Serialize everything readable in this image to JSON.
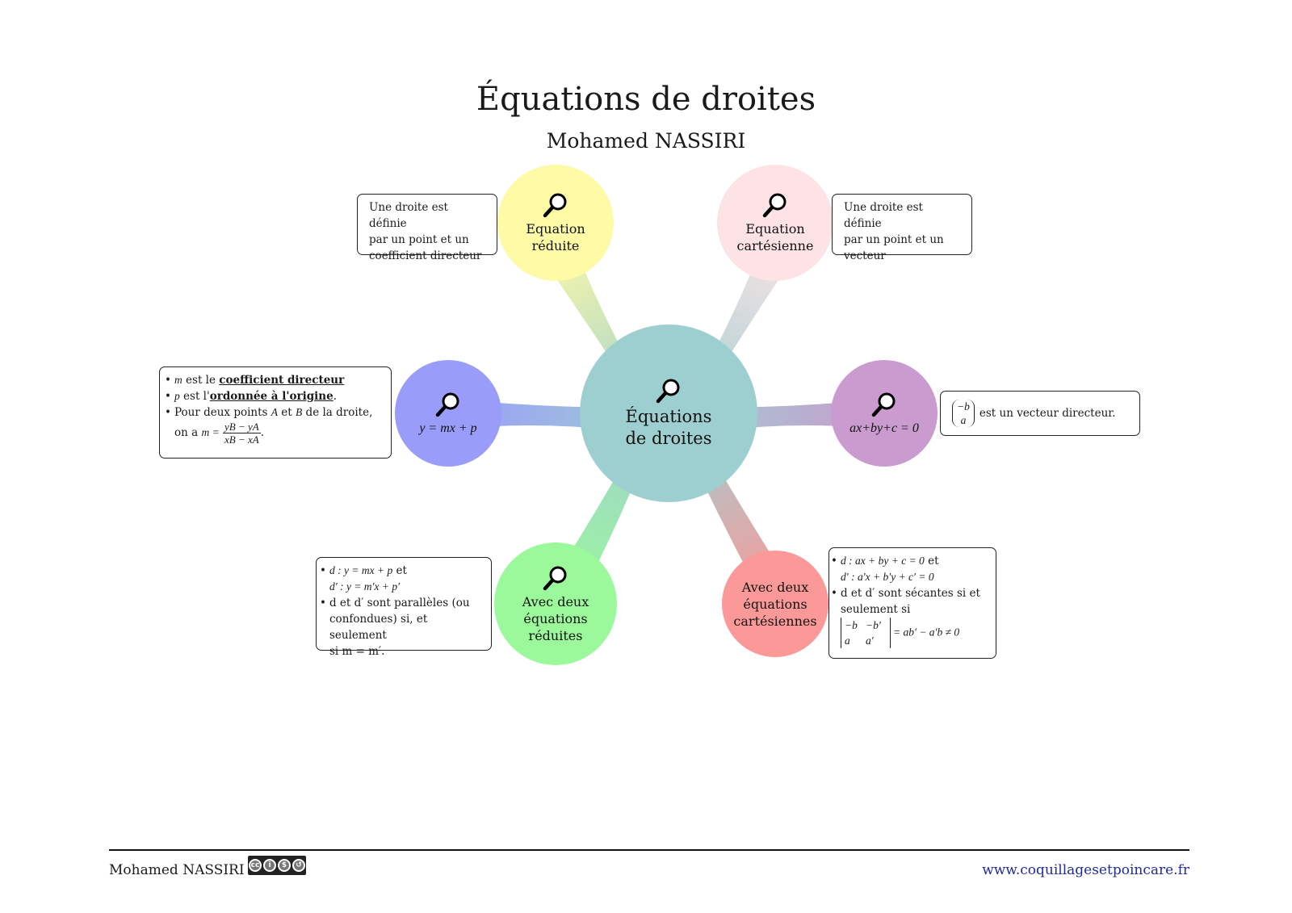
{
  "title": "Équations de droites",
  "author": "Mohamed NASSIRI",
  "colors": {
    "center": "#9ecfd0",
    "equation_reduite": "#fefaa6",
    "equation_cartesienne": "#fde3e6",
    "y_mx_p": "#9a9cfa",
    "ax_by_c": "#c99bcf",
    "deux_reduites": "#9cf99b",
    "deux_cartesiennes": "#fb9999",
    "footer_link": "#1f2a9c"
  },
  "center": {
    "line1": "Équations",
    "line2": "de droites"
  },
  "nodes": {
    "equation_reduite": {
      "line1": "Equation",
      "line2": "réduite"
    },
    "equation_cartesienne": {
      "line1": "Equation",
      "line2": "cartésienne"
    },
    "y_mx_p": {
      "label": "y = mx + p"
    },
    "ax_by_c": {
      "label": "ax+by+c = 0"
    },
    "deux_reduites": {
      "line1": "Avec deux",
      "line2": "équations",
      "line3": "réduites"
    },
    "deux_cartesiennes": {
      "line1": "Avec deux",
      "line2": "équations",
      "line3": "cartésiennes"
    }
  },
  "boxes": {
    "reduite_def": {
      "l1": "Une droite est définie",
      "l2": "par un point et un",
      "l3": "coefficient directeur"
    },
    "cartesienne_def": {
      "l1": "Une droite est définie",
      "l2": "par un point et un",
      "l3": "vecteur"
    },
    "mx_p": {
      "b1_var": "m",
      "b1_text": " est le ",
      "b1_hl": "coefficient directeur",
      "b2_var": "p",
      "b2_text": " est l'",
      "b2_hl": "ordonnée à l'origine",
      "b2_end": ".",
      "b3_text1": "Pour deux points ",
      "b3_A": "A",
      "b3_et": " et ",
      "b3_B": "B",
      "b3_text2": " de la droite,",
      "b3_onam": "on a ",
      "b3_m": "m =",
      "frac_num": "yB − yA",
      "frac_den": "xB − xA",
      "b3_end": "."
    },
    "vecteur": {
      "vec_top": "−b",
      "vec_bot": "a",
      "text": "est un vecteur directeur."
    },
    "deux_reduites": {
      "l1": "d  :  y = mx + p",
      "l1_et": " et",
      "l2": "d′  :  y = m′x + p′",
      "l3": "d et d′ sont parallèles (ou",
      "l4": "confondues) si, et seulement",
      "l5": "si m = m′."
    },
    "deux_cartesiennes": {
      "l1": "d  :  ax + by + c = 0",
      "l1_et": " et",
      "l2": "d′  :  a′x + b′y + c′ = 0",
      "l3": "d et d′ sont sécantes si et",
      "l4": "seulement si",
      "det_a": "−b",
      "det_b": "−b′",
      "det_c": "a",
      "det_d": "a′",
      "det_result": "= ab′ − a′b ≠ 0"
    }
  },
  "footer": {
    "author": "Mohamed NASSIRI",
    "license_badge": [
      "cc",
      "by",
      "nc",
      "sa"
    ],
    "url": "www.coquillagesetpoincare.fr"
  },
  "icons": {
    "node_icon": "magnifier-icon"
  }
}
